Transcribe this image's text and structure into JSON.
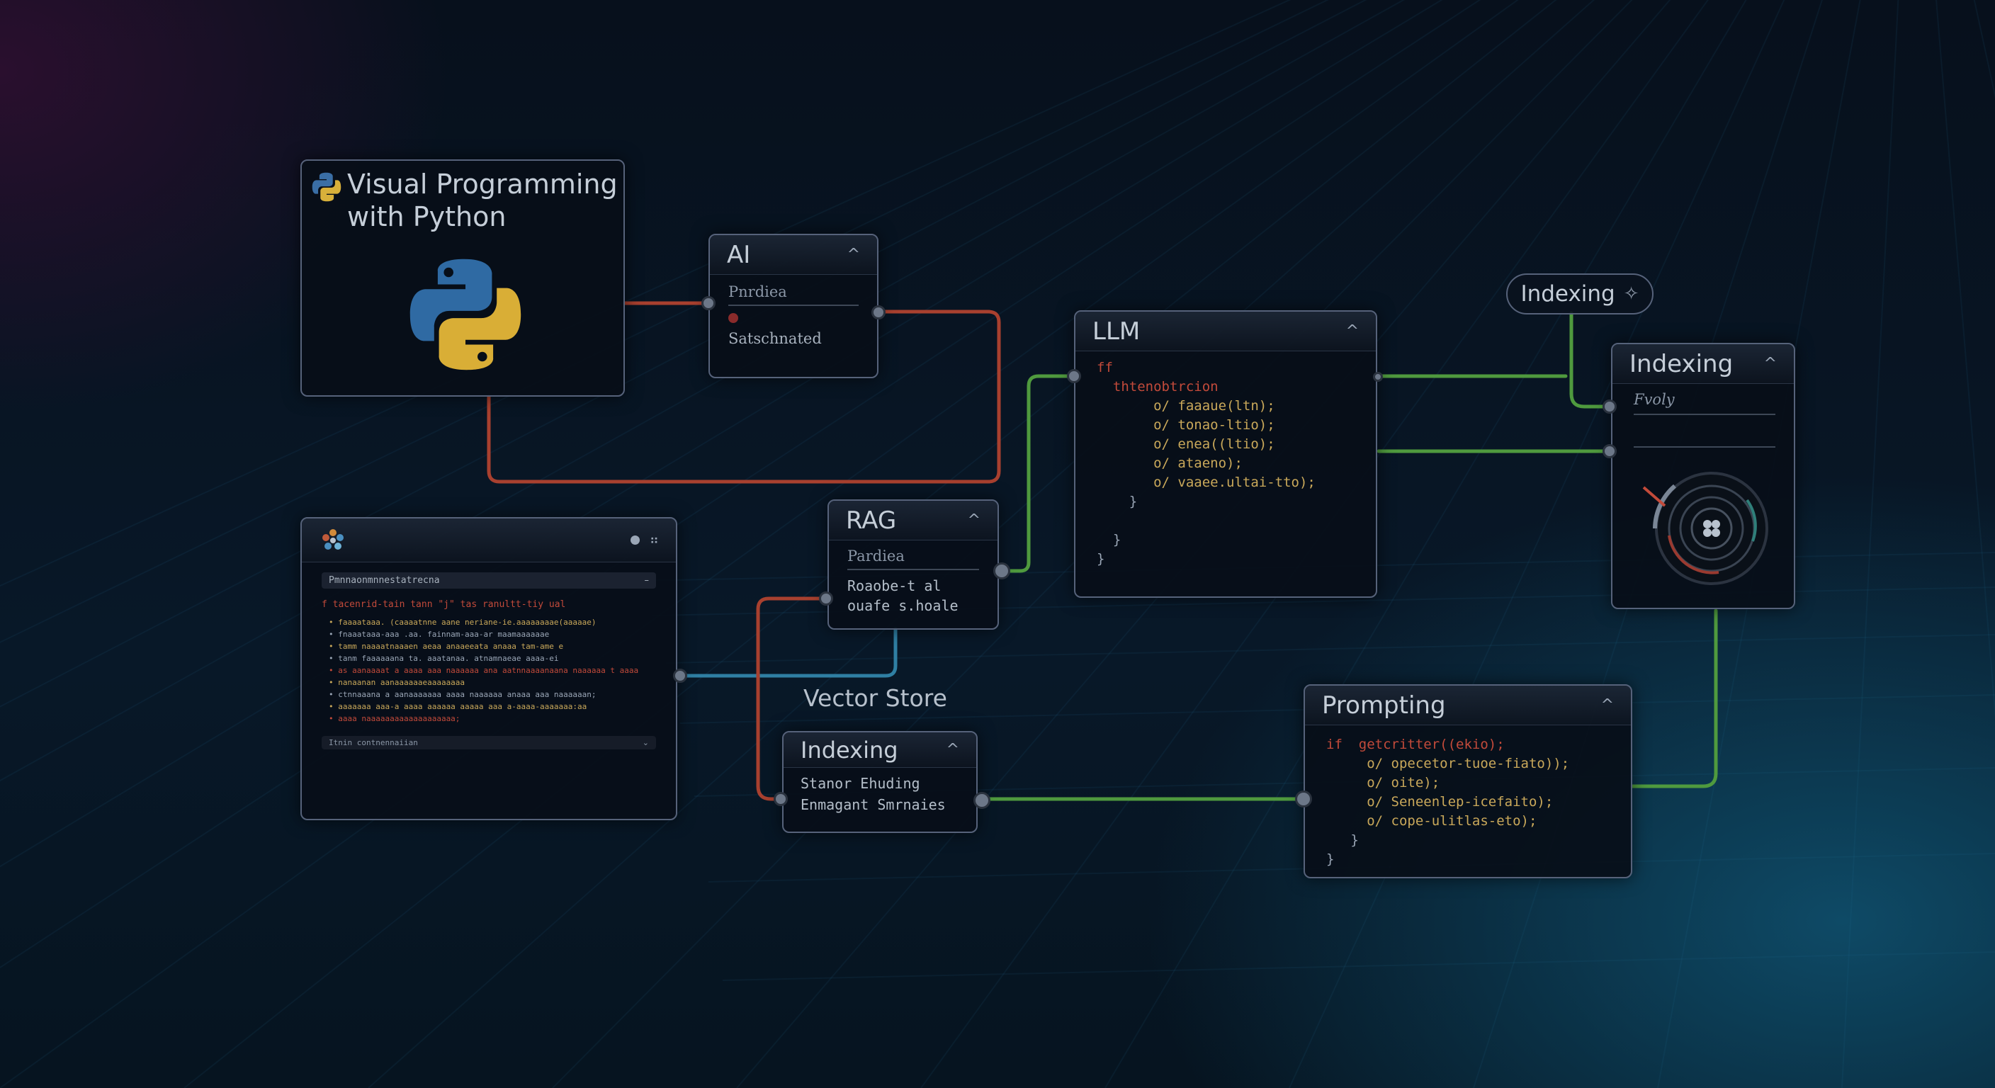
{
  "python_card": {
    "title_line1": "Visual Programming",
    "title_line2": "with Python"
  },
  "ai_node": {
    "title": "AI",
    "field_label": "Pnrdiea",
    "status": "Satschnated"
  },
  "rag_node": {
    "title": "RAG",
    "field_label": "Pardiea",
    "line1": "Roaobe-t al",
    "line2": "ouafe s.hoale"
  },
  "vector_store_label": "Vector Store",
  "indexing_small_node": {
    "title": "Indexing",
    "line1": "Stanor Ehuding",
    "line2": "Enmagant Smrnaies"
  },
  "llm_node": {
    "title": "LLM",
    "code": [
      {
        "t": "ff",
        "cls": "kw"
      },
      {
        "t": "  thtenobtrcion",
        "cls": "kw"
      },
      {
        "t": "       o/ faaaue(ltn);",
        "cls": "val"
      },
      {
        "t": "       o/ tonao-ltio);",
        "cls": "val"
      },
      {
        "t": "       o/ enea((ltio);",
        "cls": "val"
      },
      {
        "t": "       o/ ataeno);",
        "cls": "val"
      },
      {
        "t": "       o/ vaaee.ultai-tto);",
        "cls": "val"
      },
      {
        "t": "    }",
        "cls": "txt"
      },
      {
        "t": "",
        "cls": "txt"
      },
      {
        "t": "  }",
        "cls": "txt"
      },
      {
        "t": "}",
        "cls": "txt"
      }
    ]
  },
  "indexing_tag": {
    "label": "Indexing"
  },
  "indexing_right_node": {
    "title": "Indexing",
    "field_label": "Fvoly"
  },
  "prompting_node": {
    "title": "Prompting",
    "code": [
      {
        "t": "if  getcritter((ekio);",
        "cls": "kw"
      },
      {
        "t": "     o/ opecetor-tuoe-fiato));",
        "cls": "val"
      },
      {
        "t": "     o/ oite);",
        "cls": "val"
      },
      {
        "t": "     o/ Seneenlep-icefaito);",
        "cls": "val"
      },
      {
        "t": "     o/ cope-ulitlas-eto);",
        "cls": "val"
      },
      {
        "t": "   }",
        "cls": "txt"
      },
      {
        "t": "}",
        "cls": "txt"
      }
    ]
  },
  "editor_panel": {
    "dropdown_top": "Pmnnaonmnnestatrecna",
    "dropdown_top_caret": "–",
    "header_line": "f tacenrid-tain tann \"j\" tas ranultt-tiy ual",
    "bullets": [
      {
        "t": "• faaaataaa. (caaaatnne aane neriane-ie.aaaaaaaae(aaaaae)",
        "cls": "val"
      },
      {
        "t": "• fnaaataaa-aaa .aa. fainnam-aaa-ar maamaaaaaae",
        "cls": "txt"
      },
      {
        "t": "• tamm naaaatnaaaen aeaa anaaeeata anaaa tam-ame e",
        "cls": "val"
      },
      {
        "t": "• tanm faaaaaana ta. aaatanaa. atnamnaeae aaaa-ei",
        "cls": "txt"
      },
      {
        "t": "• as aanaaaat a aaaa aaa naaaaaa ana aatnnaaaanaana naaaaaa t aaaa",
        "cls": "kw"
      },
      {
        "t": "• nanaanan aanaaaaaaeaaaaaaaa",
        "cls": "val"
      },
      {
        "t": "• ctnnaaana a aanaaaaaaa aaaa naaaaaa anaaa aaa naaaaaan;",
        "cls": "txt"
      },
      {
        "t": "• aaaaaaa aaa-a aaaa aaaaaa aaaaa aaa a-aaaa-aaaaaaa:aa",
        "cls": "val"
      },
      {
        "t": "• aaaa naaaaaaaaaaaaaaaaaaa;",
        "cls": "kw"
      }
    ],
    "dropdown_bottom": "Itnin contnennaiian",
    "dropdown_bottom_caret": "⌄",
    "top_right_glyph": "⠶"
  },
  "colors": {
    "wire_red": "#a8402f",
    "wire_green": "#4f9a3e",
    "wire_blue": "#2f7fa3",
    "node_border": "#56627a"
  }
}
